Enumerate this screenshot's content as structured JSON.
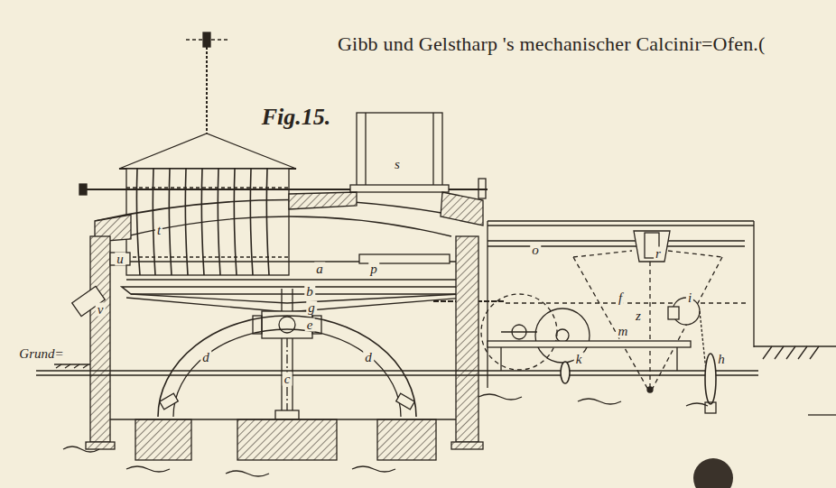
{
  "diagram": {
    "title": "Gibb und Gelstharp 's mechanischer Calcinir=Ofen.(",
    "labels": [
      "Fig.15.",
      "s",
      "t",
      "a",
      "p",
      "u",
      "b",
      "g",
      "v",
      "e",
      "d",
      "c",
      "d",
      "o",
      "r",
      "z",
      "f",
      "m",
      "i",
      "k",
      "h",
      "Grund="
    ]
  }
}
